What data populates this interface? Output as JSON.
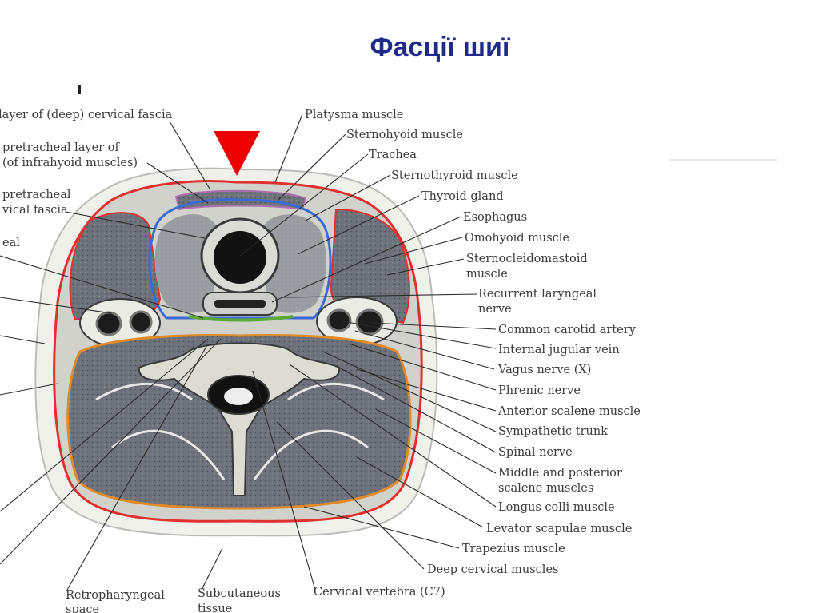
{
  "slide": {
    "title": "Фасції шиї"
  },
  "labels_left": [
    "layer of (deep) cervical fascia",
    "pretracheal layer of",
    "(of infrahyoid muscles)",
    "pretracheal",
    "vical fascia",
    "eal"
  ],
  "labels_right": [
    "Platysma muscle",
    "Sternohyoid muscle",
    "Trachea",
    "Sternothyroid muscle",
    "Thyroid gland",
    "Esophagus",
    "Omohyoid muscle",
    "Sternocleidomastoid",
    "muscle",
    "Recurrent laryngeal",
    "nerve",
    "Common carotid artery",
    "Internal jugular vein",
    "Vagus nerve (X)",
    "Phrenic nerve",
    "Anterior scalene muscle",
    "Sympathetic trunk",
    "Spinal nerve",
    "Middle and posterior",
    "scalene muscles",
    "Longus colli muscle",
    "Levator scapulae muscle",
    "Trapezius muscle",
    "Deep cervical muscles"
  ],
  "labels_bottom": [
    "Retropharyngeal",
    "space",
    "Subcutaneous",
    "tissue",
    "Cervical vertebra (C7)"
  ],
  "colors": {
    "title": "#1f2a8a",
    "marker": "#ee0000",
    "investing_fascia": "#e03030",
    "prevertebral_fascia": "#e08a2a",
    "pretracheal_fascia": "#3a6ad8",
    "visceral_fascia": "#b070b0",
    "buccopharyngeal_fascia": "#5aa83a",
    "muscle": "#6f747c",
    "bone": "#d8d8d0"
  }
}
